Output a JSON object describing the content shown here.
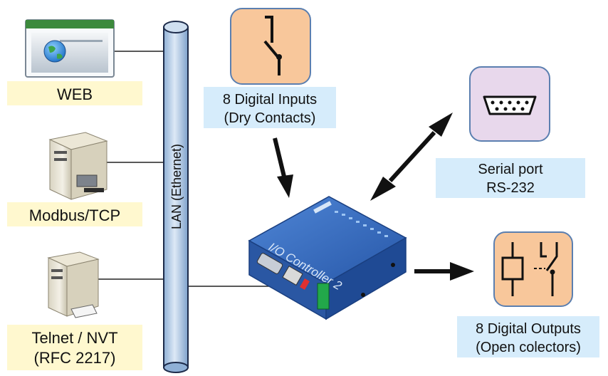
{
  "lan": {
    "label": "LAN (Ethernet)"
  },
  "clients": [
    {
      "label": "WEB",
      "icon": "web-browser-window-icon"
    },
    {
      "label": "Modbus/TCP",
      "icon": "server-tower-icon"
    },
    {
      "label_line1": "Telnet / NVT",
      "label_line2": "(RFC 2217)",
      "icon": "server-tower-icon"
    }
  ],
  "inputs": {
    "line1": "8 Digital Inputs",
    "line2": "(Dry Contacts)",
    "icon": "switch-contact-icon"
  },
  "serial": {
    "line1": "Serial port",
    "line2": "RS-232",
    "icon": "db9-connector-icon"
  },
  "outputs": {
    "line1": "8 Digital Outputs",
    "line2": "(Open colectors)",
    "icon": "relay-icon"
  },
  "device": {
    "label": "I/O Controller 2"
  },
  "colors": {
    "label_yellow": "#fff8cf",
    "label_blue": "#d6ecfb",
    "tile_orange": "#f8c79b",
    "tile_purple": "#e8d8ec",
    "pipe_blue": "#b8cfe8",
    "device_blue": "#2d62b4"
  }
}
